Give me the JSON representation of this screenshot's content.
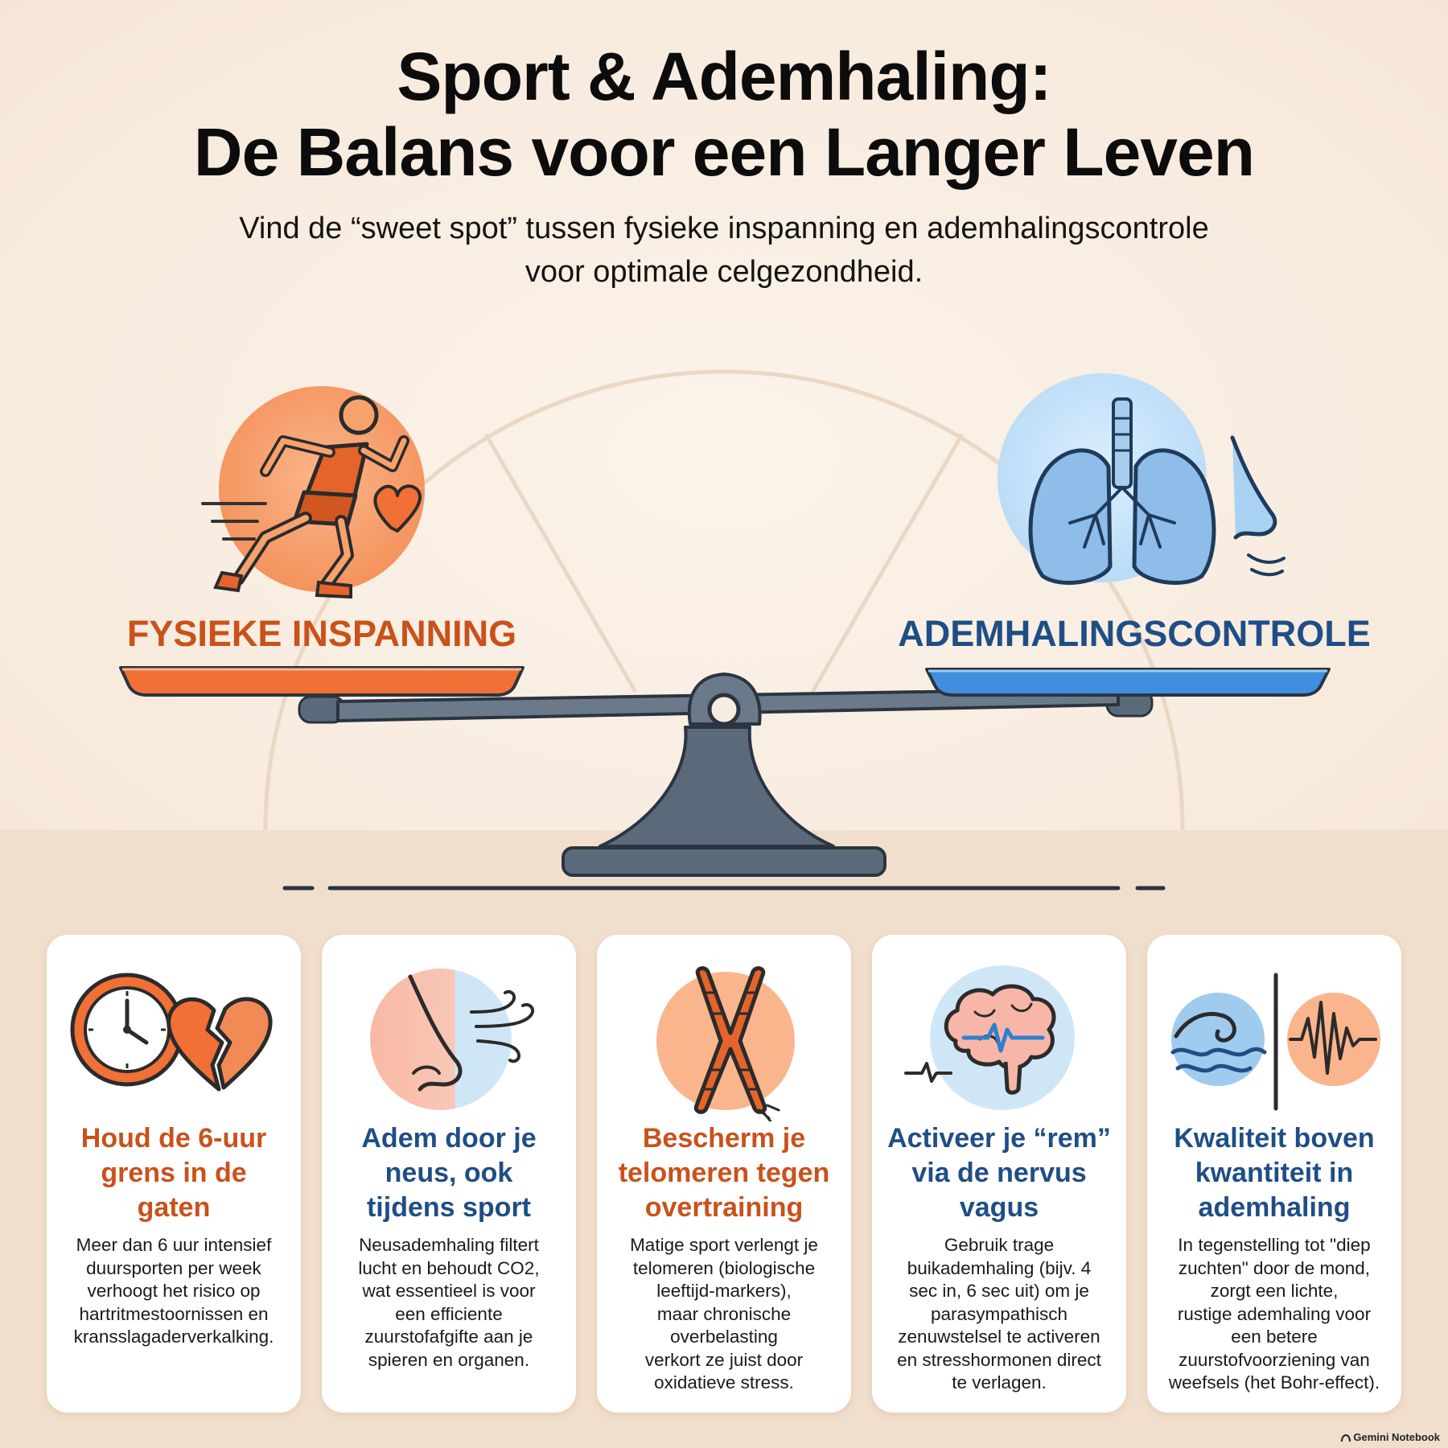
{
  "title": {
    "line1": "Sport & Ademhaling:",
    "line2": "De Balans voor een Langer Leven"
  },
  "subtitle": {
    "line1": "Vind de “sweet spot” tussen fysieke inspanning en ademhalingscontrole",
    "line2": "voor optimale celgezondheid."
  },
  "scale": {
    "left_label": "FYSIEKE INSPANNING",
    "right_label": "ADEMHALINGSCONTROLE",
    "left_icon": "runner-heart-icon",
    "right_icon": "lungs-nose-icon"
  },
  "colors": {
    "orange": "#c8521b",
    "blue": "#1f4e86",
    "pan_orange": "#f07035",
    "pan_blue": "#3f8ee0",
    "beam": "#5b6a7a"
  },
  "cards": [
    {
      "icon": "clock-broken-heart-icon",
      "accent": "orange",
      "title": [
        "Houd de 6-uur",
        "grens in de",
        "gaten"
      ],
      "body": [
        "Meer dan 6 uur intensief",
        "duursporten per week",
        "verhoogt het risico op",
        "hartritmestoornissen en",
        "kransslagaderverkalking."
      ]
    },
    {
      "icon": "nose-breath-icon",
      "accent": "blue",
      "title": [
        "Adem door je",
        "neus, ook",
        "tijdens sport"
      ],
      "body": [
        "Neusademhaling filtert",
        "lucht en behoudt CO2,",
        "wat essentieel is voor",
        "een efficiente",
        "zuurstofafgifte aan je",
        "spieren en organen."
      ]
    },
    {
      "icon": "chromosome-icon",
      "accent": "orange",
      "title": [
        "Bescherm je",
        "telomeren tegen",
        "overtraining"
      ],
      "body": [
        "Matige sport verlengt je",
        "telomeren (biologische",
        "leeftijd-markers),",
        "maar chronische",
        "overbelasting",
        "verkort ze juist door",
        "oxidatieve stress."
      ]
    },
    {
      "icon": "brain-pulse-icon",
      "accent": "blue",
      "title": [
        "Activeer je “rem”",
        "via de nervus",
        "vagus"
      ],
      "body": [
        "Gebruik trage",
        "buikademhaling (bijv. 4",
        "sec in, 6 sec uit) om je",
        "parasympathisch",
        "zenuwstelsel te activeren",
        "en stresshormonen direct",
        "te verlagen."
      ]
    },
    {
      "icon": "wave-signal-icon",
      "accent": "blue",
      "title": [
        "Kwaliteit boven",
        "kwantiteit in",
        "ademhaling"
      ],
      "body": [
        "In tegenstelling tot \"diep",
        "zuchten\" door de mond,",
        "zorgt een lichte,",
        "rustige ademhaling voor",
        "een betere",
        "zuurstofvoorziening van",
        "weefsels (het Bohr-effect)."
      ]
    }
  ],
  "brand": "Gemini Notebook"
}
